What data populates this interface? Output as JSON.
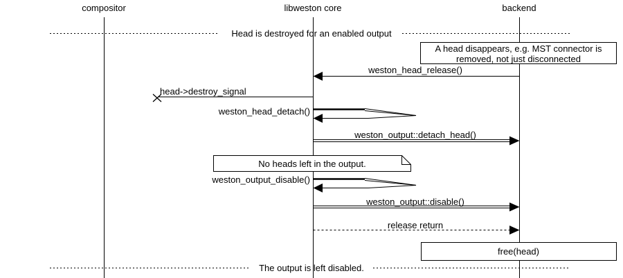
{
  "participants": [
    {
      "name": "compositor"
    },
    {
      "name": "libweston core"
    },
    {
      "name": "backend"
    }
  ],
  "dividers": {
    "top": "Head is destroyed for an enabled output",
    "bottom": "The output is left disabled."
  },
  "notes": {
    "head_disappears": {
      "line1": "A head disappears, e.g. MST connector is",
      "line2": "removed, not just disconnected"
    },
    "no_heads": "No heads left in the output.",
    "free_head": "free(head)"
  },
  "messages": [
    {
      "label": "weston_head_release()",
      "from": "backend",
      "to": "libweston core",
      "type": "call"
    },
    {
      "label": "head->destroy_signal",
      "from": "libweston core",
      "to": "lost",
      "type": "signal-lost"
    },
    {
      "label": "weston_head_detach()",
      "from": "libweston core",
      "to": "libweston core",
      "type": "self-call"
    },
    {
      "label": "weston_output::detach_head()",
      "from": "libweston core",
      "to": "backend",
      "type": "method-call"
    },
    {
      "label": "weston_output_disable()",
      "from": "libweston core",
      "to": "libweston core",
      "type": "self-call"
    },
    {
      "label": "weston_output::disable()",
      "from": "libweston core",
      "to": "backend",
      "type": "method-call"
    },
    {
      "label": "release return",
      "from": "libweston core",
      "to": "backend",
      "type": "return"
    }
  ],
  "colors": {
    "line": "#000000",
    "background": "#ffffff"
  }
}
